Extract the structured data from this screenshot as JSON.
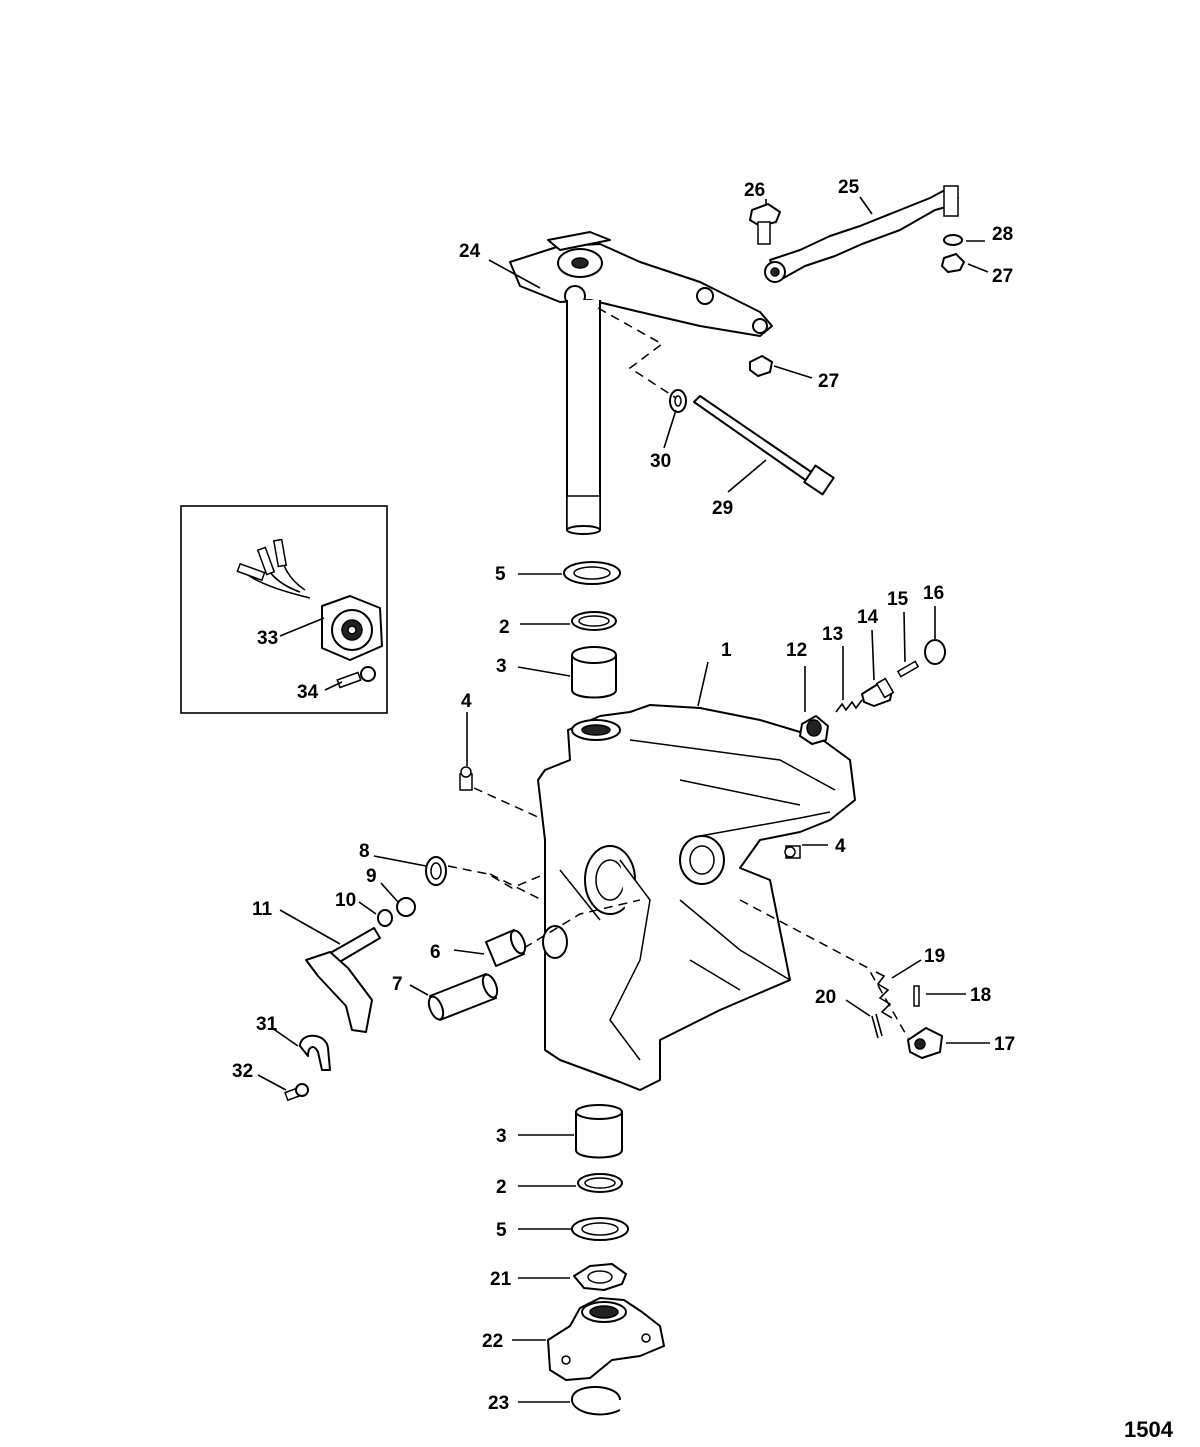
{
  "diagram": {
    "figure_number": "1504",
    "callouts": {
      "c1": "1",
      "c2_top": "2",
      "c2_bottom": "2",
      "c3_top": "3",
      "c3_bottom": "3",
      "c4_left": "4",
      "c4_right": "4",
      "c5_top": "5",
      "c5_bottom": "5",
      "c6": "6",
      "c7": "7",
      "c8": "8",
      "c9": "9",
      "c10": "10",
      "c11": "11",
      "c12": "12",
      "c13": "13",
      "c14": "14",
      "c15": "15",
      "c16": "16",
      "c17": "17",
      "c18": "18",
      "c19": "19",
      "c20": "20",
      "c21": "21",
      "c22": "22",
      "c23": "23",
      "c24": "24",
      "c25": "25",
      "c26": "26",
      "c27_top": "27",
      "c27_mid": "27",
      "c28": "28",
      "c29": "29",
      "c30": "30",
      "c31": "31",
      "c32": "32",
      "c33": "33",
      "c34": "34"
    }
  }
}
